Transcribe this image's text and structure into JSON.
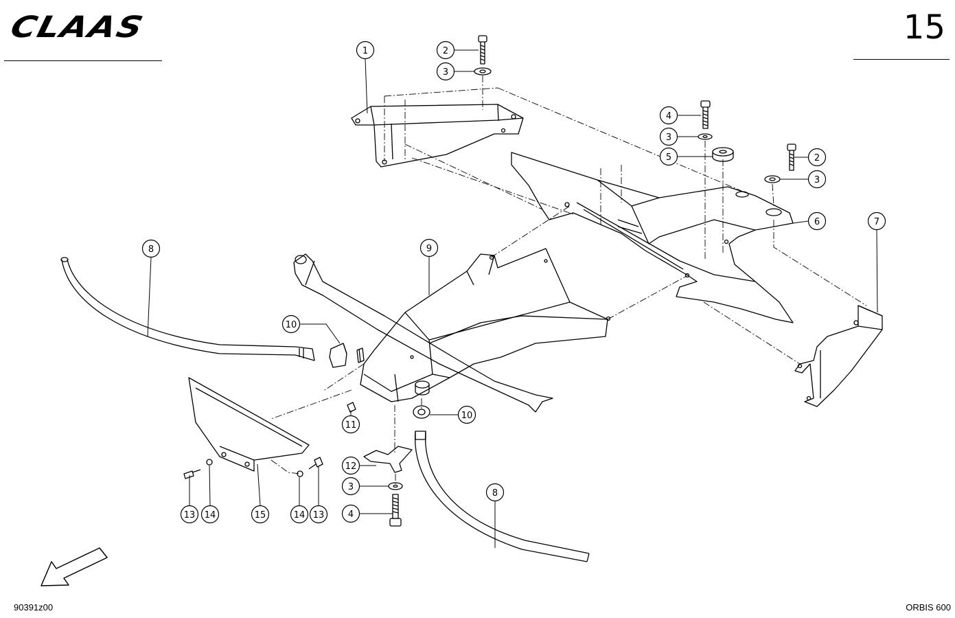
{
  "header": {
    "brand_logo_text": "CLAAS",
    "page_number": "15"
  },
  "footer": {
    "drawing_number": "90391z00",
    "model": "ORBIS 600"
  },
  "callouts": [
    {
      "id": "c1",
      "label": "1"
    },
    {
      "id": "c2a",
      "label": "2"
    },
    {
      "id": "c3a",
      "label": "3"
    },
    {
      "id": "c4a",
      "label": "4"
    },
    {
      "id": "c3b",
      "label": "3"
    },
    {
      "id": "c5",
      "label": "5"
    },
    {
      "id": "c2b",
      "label": "2"
    },
    {
      "id": "c3c",
      "label": "3"
    },
    {
      "id": "c6",
      "label": "6"
    },
    {
      "id": "c7",
      "label": "7"
    },
    {
      "id": "c8a",
      "label": "8"
    },
    {
      "id": "c9",
      "label": "9"
    },
    {
      "id": "c10a",
      "label": "10"
    },
    {
      "id": "c10b",
      "label": "10"
    },
    {
      "id": "c11",
      "label": "11"
    },
    {
      "id": "c12",
      "label": "12"
    },
    {
      "id": "c3d",
      "label": "3"
    },
    {
      "id": "c4b",
      "label": "4"
    },
    {
      "id": "c8b",
      "label": "8"
    },
    {
      "id": "c13a",
      "label": "13"
    },
    {
      "id": "c14a",
      "label": "14"
    },
    {
      "id": "c15",
      "label": "15"
    },
    {
      "id": "c14b",
      "label": "14"
    },
    {
      "id": "c13b",
      "label": "13"
    }
  ]
}
